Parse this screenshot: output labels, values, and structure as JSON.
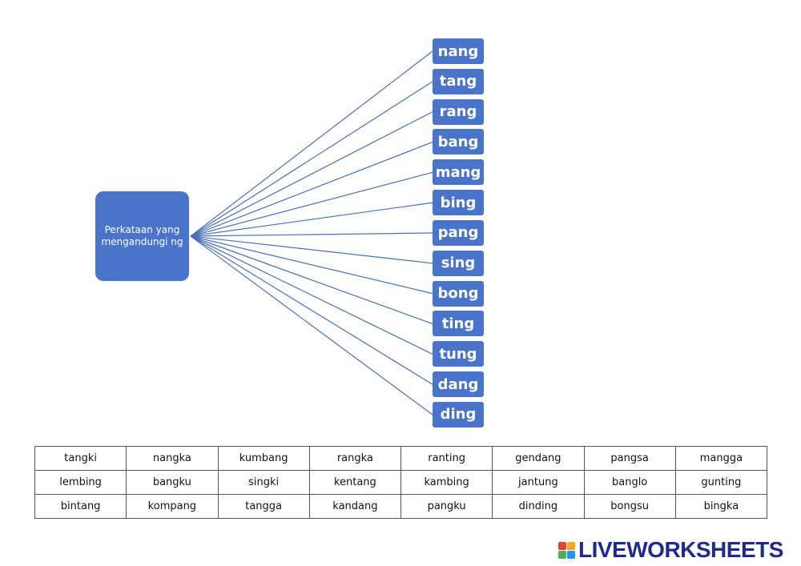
{
  "center": {
    "label": "Perkataan yang mengandungi ng"
  },
  "syllables": [
    "nang",
    "tang",
    "rang",
    "bang",
    "mang",
    "bing",
    "pang",
    "sing",
    "bong",
    "ting",
    "tung",
    "dang",
    "ding"
  ],
  "word_table": [
    [
      "tangki",
      "nangka",
      "kumbang",
      "rangka",
      "ranting",
      "gendang",
      "pangsa",
      "mangga"
    ],
    [
      "lembing",
      "bangku",
      "singki",
      "kentang",
      "kambing",
      "jantung",
      "banglo",
      "gunting"
    ],
    [
      "bintang",
      "kompang",
      "tangga",
      "kandang",
      "pangku",
      "dinding",
      "bongsu",
      "bingka"
    ]
  ],
  "logo": {
    "text": "LIVEWORKSHEETS",
    "colors": [
      "#e8412c",
      "#f5a623",
      "#4caf50",
      "#2196f3"
    ]
  },
  "colors": {
    "box": "#4a74c9",
    "line": "#4a6fb8"
  }
}
